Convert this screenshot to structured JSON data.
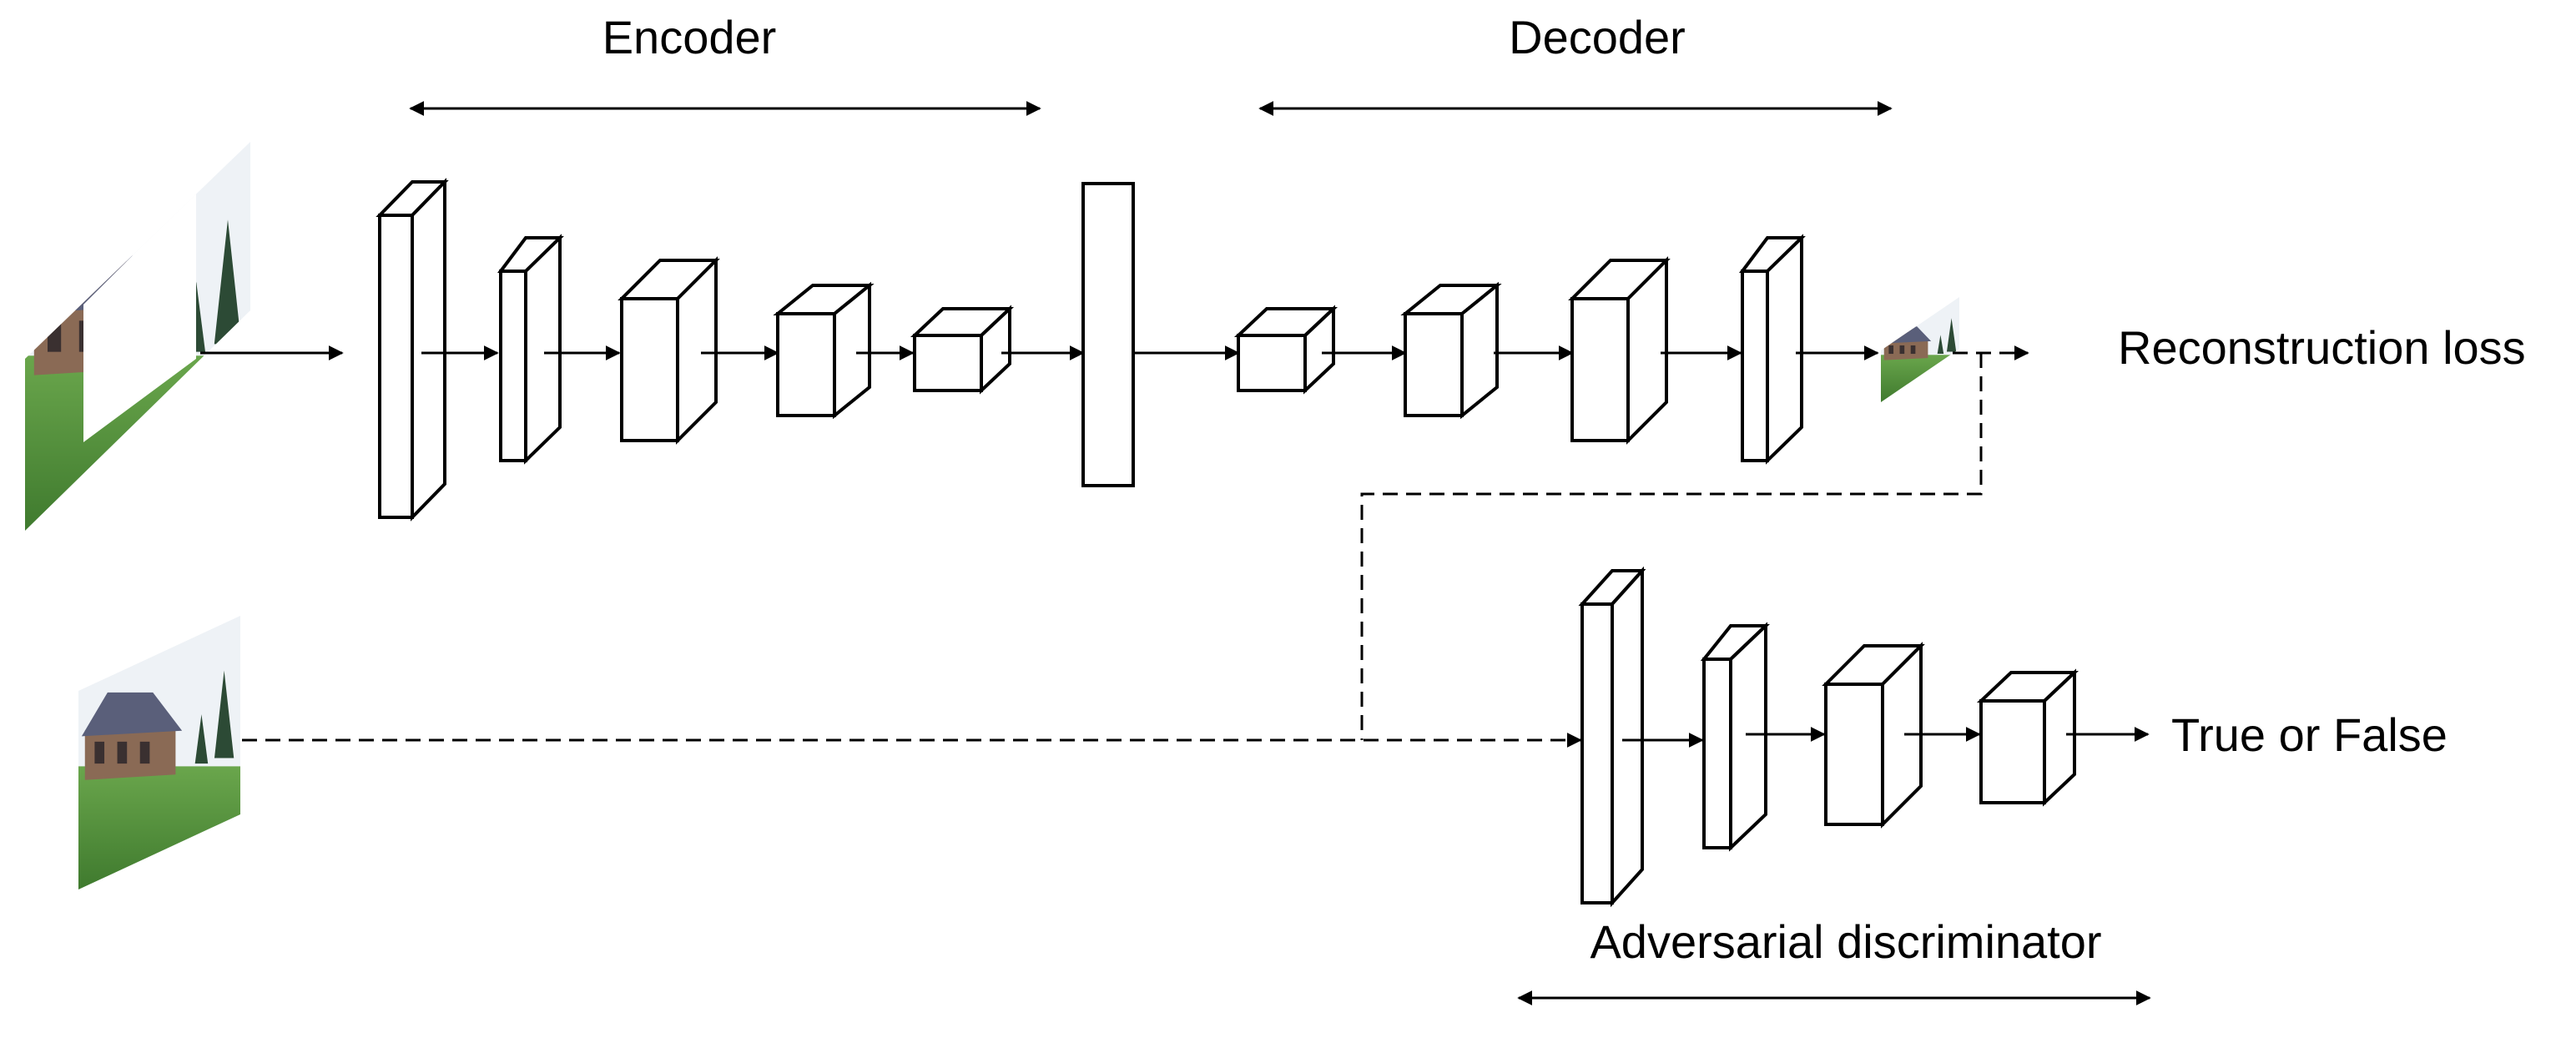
{
  "labels": {
    "encoder": "Encoder",
    "decoder": "Decoder",
    "reconstruction_loss": "Reconstruction loss",
    "true_or_false": "True or False",
    "adversarial_discriminator": "Adversarial discriminator"
  },
  "images": {
    "masked_input": "masked house-on-grass photo with rectangular region removed",
    "reconstructed_output": "reconstructed house-on-grass photo",
    "real_image": "real house-on-grass photo"
  },
  "colors": {
    "stroke": "#000000",
    "block_fill": "#ffffff",
    "sky": "#eef2f6",
    "grass": "#4f8a3a",
    "roof": "#5a5f7a",
    "house": "#8a6a55",
    "tree": "#2c4a35"
  }
}
